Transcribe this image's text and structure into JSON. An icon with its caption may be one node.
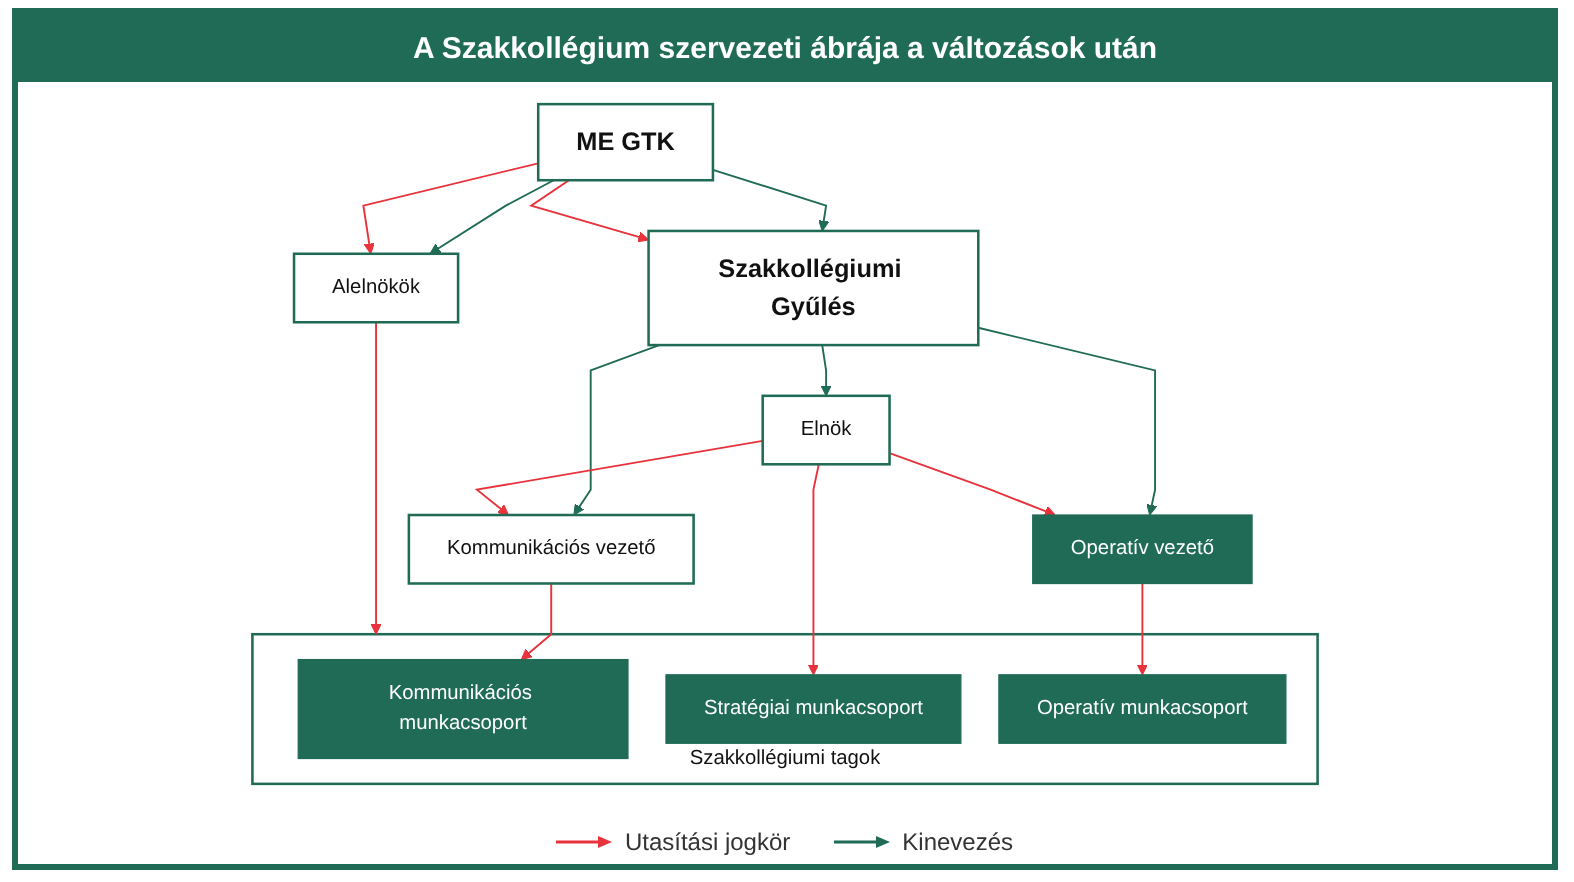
{
  "diagram": {
    "title": "A Szakkollégium szervezeti ábrája a változások után",
    "nodes": [
      {
        "text": [
          "Szakkollégiumi Gyűlés"
        ]
      },
      {
        "text": [
          "ME GTK"
        ]
      },
      {
        "text": [
          "Kommunikációs vezető"
        ]
      },
      {
        "text": [
          "Elnök"
        ]
      },
      {
        "text": [
          "Operatív vezető"
        ]
      },
      {
        "text": [
          "Alelnökök"
        ]
      },
      {
        "text": [
          "Szakkollégiumi tagok"
        ]
      },
      {
        "text": [
          "Kommunikációs munkacsoport"
        ],
        "in": 6
      },
      {
        "text": [
          "Stratégiai munkacsoport"
        ],
        "in": 6
      },
      {
        "text": [
          "Operatív munkacsoport"
        ],
        "in": 6
      }
    ],
    "edges": [
      {
        "from": 1,
        "to": 0,
        "arrow": "to",
        "color": "#1f6b55"
      },
      {
        "from": 1,
        "to": 0,
        "arrow": "to"
      },
      {
        "from": 0,
        "to": 2,
        "arrow": "to",
        "color": "#1f6b55"
      },
      {
        "from": 0,
        "to": 3,
        "arrow": "to",
        "color": "#1f6b55"
      },
      {
        "from": 0,
        "to": 4,
        "arrow": "to",
        "color": "#1f6b55"
      },
      {
        "from": 1,
        "to": 5,
        "arrow": "to",
        "color": "#1f6b55"
      },
      {
        "from": 1,
        "to": 5,
        "arrow": "to"
      },
      {
        "from": 3,
        "to": 2,
        "arrow": "to"
      },
      {
        "from": 3,
        "to": 4,
        "arrow": "to"
      },
      {
        "from": 2,
        "to": 7,
        "arrow": "to"
      },
      {
        "from": 3,
        "to": 8,
        "arrow": "to"
      },
      {
        "from": 4,
        "to": 9,
        "arrow": "to"
      },
      {
        "from": 5,
        "to": 6,
        "arrow": "to"
      }
    ],
    "legend": [
      {
        "text": "Utasítási jogkör",
        "color": "#e8323c"
      },
      {
        "text": "Kinevezés",
        "color": "#1f6b55"
      }
    ]
  }
}
